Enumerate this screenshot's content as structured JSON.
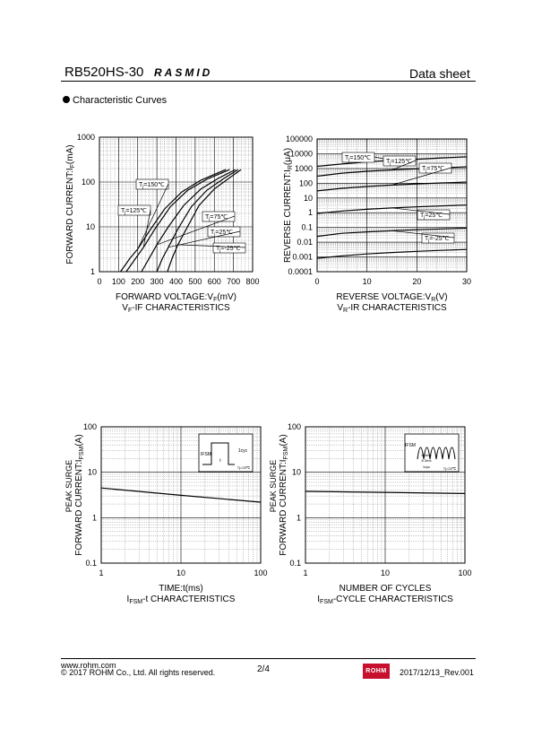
{
  "header": {
    "model": "RB520HS-30",
    "brand": "RASMID",
    "doc_type": "Data sheet"
  },
  "section_title": "Characteristic Curves",
  "footer": {
    "url": "www.rohm.com",
    "copyright": "© 2017 ROHM Co., Ltd. All rights reserved.",
    "page": "2/4",
    "logo": "ROHM",
    "revision": "2017/12/13_Rev.001"
  },
  "chart_data": [
    {
      "id": "vf",
      "type": "line",
      "title": "VF-IF CHARACTERISTICS",
      "xlabel": "FORWARD VOLTAGE:VF(mV)",
      "ylabel": "FORWARD CURRENT:IF(mA)",
      "xlim": [
        0,
        800
      ],
      "ylim": [
        1,
        1000
      ],
      "yscale": "log",
      "xticks": [
        "0",
        "100",
        "200",
        "300",
        "400",
        "500",
        "600",
        "700",
        "800"
      ],
      "yticks": [
        "1",
        "10",
        "100",
        "1000"
      ],
      "grid": true,
      "series": [
        {
          "name": "Tj=150℃",
          "x": [
            110,
            160,
            200,
            260,
            340,
            430,
            530,
            660
          ],
          "y": [
            1,
            2,
            3.2,
            8,
            25,
            60,
            110,
            190
          ]
        },
        {
          "name": "Tj=125℃",
          "x": [
            140,
            190,
            230,
            290,
            370,
            460,
            560,
            680
          ],
          "y": [
            1,
            2,
            3.5,
            9,
            28,
            65,
            115,
            190
          ]
        },
        {
          "name": "Tj=75℃",
          "x": [
            220,
            260,
            300,
            360,
            440,
            530,
            620,
            710
          ],
          "y": [
            1,
            2,
            4,
            10,
            30,
            70,
            120,
            190
          ]
        },
        {
          "name": "Tj=25℃",
          "x": [
            300,
            330,
            360,
            410,
            480,
            560,
            650,
            725
          ],
          "y": [
            1,
            2,
            3.5,
            9,
            28,
            65,
            120,
            190
          ]
        },
        {
          "name": "Tj=-25℃",
          "x": [
            355,
            380,
            410,
            460,
            520,
            600,
            680,
            740
          ],
          "y": [
            1,
            2,
            4,
            10,
            30,
            70,
            125,
            190
          ]
        }
      ]
    },
    {
      "id": "vr",
      "type": "line",
      "title": "VR-IR CHARACTERISTICS",
      "xlabel": "REVERSE VOLTAGE:VR(V)",
      "ylabel": "REVERSE CURRENT:IR(μA)",
      "xlim": [
        0,
        30
      ],
      "ylim": [
        0.0001,
        100000
      ],
      "yscale": "log",
      "xticks": [
        "0",
        "10",
        "20",
        "30"
      ],
      "yticks": [
        "0.0001",
        "0.001",
        "0.01",
        "0.1",
        "1",
        "10",
        "100",
        "1000",
        "10000",
        "100000"
      ],
      "grid": true,
      "series": [
        {
          "name": "Tj=150℃",
          "x": [
            0,
            5,
            10,
            15,
            20,
            25,
            30
          ],
          "y": [
            1400,
            2000,
            2800,
            3500,
            4200,
            5200,
            6200
          ]
        },
        {
          "name": "Tj=125℃",
          "x": [
            0,
            5,
            10,
            15,
            20,
            25,
            30
          ],
          "y": [
            300,
            480,
            650,
            800,
            950,
            1100,
            1300
          ]
        },
        {
          "name": "Tj=75℃",
          "x": [
            0,
            5,
            10,
            15,
            20,
            25,
            30
          ],
          "y": [
            30,
            45,
            60,
            75,
            90,
            105,
            120
          ]
        },
        {
          "name": "Tj=25℃",
          "x": [
            0,
            5,
            10,
            15,
            20,
            25,
            30
          ],
          "y": [
            0.9,
            1.3,
            1.7,
            2.1,
            2.5,
            2.9,
            3.3
          ]
        },
        {
          "name": "Tj=-25℃",
          "x": [
            0,
            5,
            10,
            15,
            20,
            25,
            30
          ],
          "y": [
            0.025,
            0.04,
            0.05,
            0.06,
            0.07,
            0.08,
            0.09
          ]
        },
        {
          "name": "",
          "x": [
            0,
            5,
            10,
            15,
            20,
            25,
            30
          ],
          "y": [
            0.0008,
            0.0012,
            0.0016,
            0.002,
            0.0024,
            0.0028,
            0.0032
          ]
        }
      ]
    },
    {
      "id": "ifsm_t",
      "type": "line",
      "title": "IFSM-t CHARACTERISTICS",
      "xlabel": "TIME:t(ms)",
      "ylabel_top": "PEAK SURGE",
      "ylabel": "FORWARD CURRENT:IFSM(A)",
      "xlim": [
        1,
        100
      ],
      "ylim": [
        0.1,
        100
      ],
      "xscale": "log",
      "yscale": "log",
      "xticks": [
        "1",
        "10",
        "100"
      ],
      "yticks": [
        "0.1",
        "1",
        "10",
        "100"
      ],
      "grid": true,
      "inset": {
        "labels": [
          "IFSM",
          "t",
          "1cyc",
          "Tj=25℃"
        ]
      },
      "series": [
        {
          "name": "",
          "x": [
            1,
            10,
            100
          ],
          "y": [
            4.5,
            3.1,
            2.2
          ]
        }
      ]
    },
    {
      "id": "ifsm_cyc",
      "type": "line",
      "title": "IFSM-CYCLE CHARACTERISTICS",
      "xlabel": "NUMBER OF CYCLES",
      "ylabel_top": "PEAK SURGE",
      "ylabel": "FORWARD CURRENT:IFSM(A)",
      "xlim": [
        1,
        100
      ],
      "ylim": [
        0.1,
        100
      ],
      "xscale": "log",
      "yscale": "log",
      "xticks": [
        "1",
        "10",
        "100"
      ],
      "yticks": [
        "0.1",
        "1",
        "10",
        "100"
      ],
      "grid": true,
      "inset": {
        "labels": [
          "IFSM",
          "8.3ms",
          "8.3ms",
          "1cyc",
          "Tj=25℃"
        ]
      },
      "series": [
        {
          "name": "",
          "x": [
            1,
            10,
            100
          ],
          "y": [
            3.8,
            3.6,
            3.4
          ]
        }
      ]
    }
  ]
}
